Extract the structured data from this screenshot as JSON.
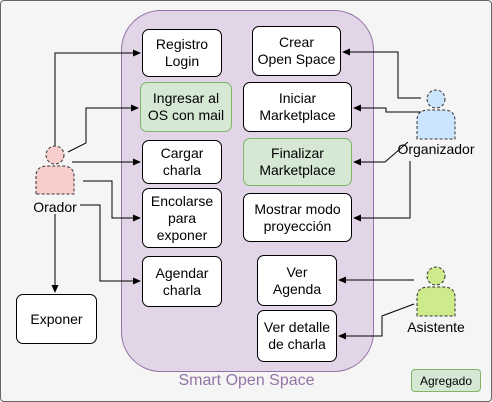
{
  "system": {
    "title": "Smart Open Space"
  },
  "actors": {
    "orador": {
      "label": "Orador",
      "color": "#f8cecc"
    },
    "organizador": {
      "label": "Organizador",
      "color": "#cce5ff"
    },
    "asistente": {
      "label": "Asistente",
      "color": "#cdeb8b"
    }
  },
  "use_cases": {
    "registro_login": "Registro\nLogin",
    "ingresar_os": "Ingresar al\nOS con mail",
    "cargar_charla": "Cargar\ncharla",
    "encolarse": "Encolarse\npara\nexponer",
    "agendar_charla": "Agendar\ncharla",
    "crear_open_space": "Crear\nOpen Space",
    "iniciar_marketplace": "Iniciar\nMarketplace",
    "finalizar_marketplace": "Finalizar\nMarketplace",
    "mostrar_proyeccion": "Mostrar modo\nproyección",
    "ver_agenda": "Ver\nAgenda",
    "ver_detalle": "Ver detalle\nde charla",
    "exponer": "Exponer"
  },
  "legend": {
    "added_label": "Agregado",
    "added_color": "#d5e8d4"
  }
}
